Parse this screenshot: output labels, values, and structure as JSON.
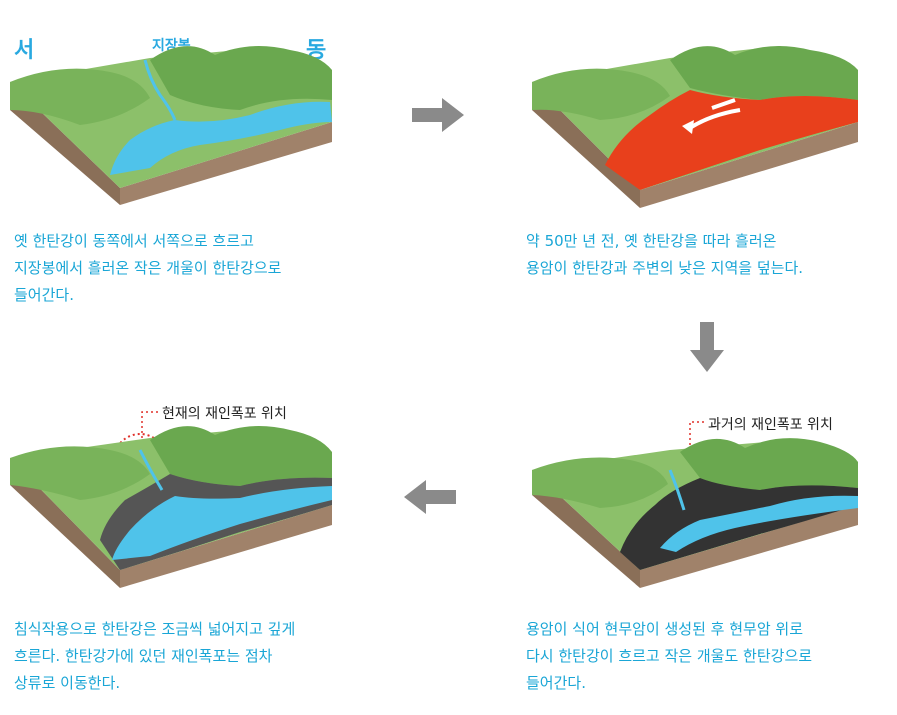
{
  "panel1": {
    "west_label": "서",
    "east_label": "동",
    "peak_label": "지장봉",
    "caption": "옛 한탄강이 동쪽에서 서쪽으로 흐르고\n지장봉에서 흘러온 작은 개울이 한탄강으로\n들어간다."
  },
  "panel2": {
    "caption": "약 50만 년 전, 옛 한탄강을 따라 흘러온\n용암이 한탄강과 주변의 낮은 지역을 덮는다."
  },
  "panel3": {
    "callout": "과거의 재인폭포 위치",
    "caption": "용암이 식어 현무암이 생성된 후 현무암 위로\n다시 한탄강이 흐르고 작은 개울도 한탄강으로\n들어간다."
  },
  "panel4": {
    "callout": "현재의 재인폭포 위치",
    "caption": "침식작용으로 한탄강은 조금씩 넓어지고 깊게\n흐른다. 한탄강가에 있던 재인폭포는 점차\n상류로 이동한다."
  },
  "colors": {
    "caption": "#1aa6d6",
    "grass": "#8cc06a",
    "river": "#4fc3ea",
    "soil": "#a0826a",
    "lava": "#e8401c",
    "basalt": "#333333",
    "arrow": "#8a8a8a",
    "callout_circle": "#e0302a"
  }
}
